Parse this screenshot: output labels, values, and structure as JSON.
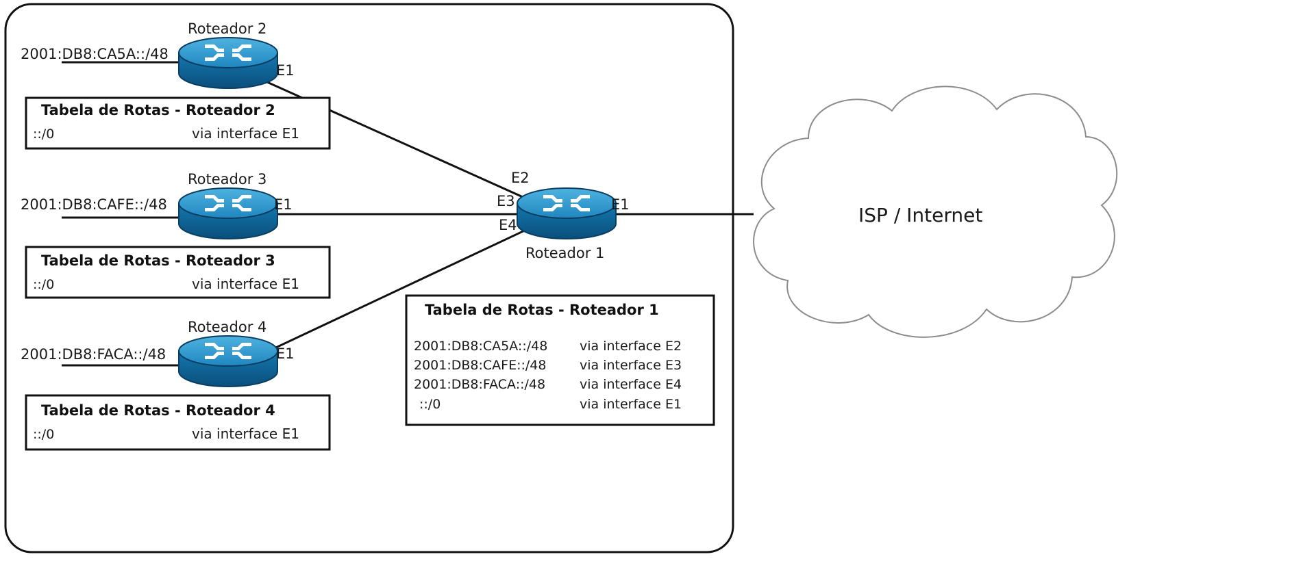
{
  "routers": {
    "r1": {
      "name": "Roteador 1",
      "interfaces": {
        "e1": "E1",
        "e2": "E2",
        "e3": "E3",
        "e4": "E4"
      }
    },
    "r2": {
      "name": "Roteador 2",
      "network": "2001:DB8:CA5A::/48",
      "interface": "E1"
    },
    "r3": {
      "name": "Roteador 3",
      "network": "2001:DB8:CAFE::/48",
      "interface": "E1"
    },
    "r4": {
      "name": "Roteador 4",
      "network": "2001:DB8:FACA::/48",
      "interface": "E1"
    }
  },
  "tables": {
    "r2": {
      "title": "Tabela de Rotas - Roteador 2",
      "rows": [
        {
          "dest": "::/0",
          "via": "via interface E1"
        }
      ]
    },
    "r3": {
      "title": "Tabela de Rotas - Roteador 3",
      "rows": [
        {
          "dest": "::/0",
          "via": "via interface E1"
        }
      ]
    },
    "r4": {
      "title": "Tabela de Rotas - Roteador 4",
      "rows": [
        {
          "dest": "::/0",
          "via": "via interface E1"
        }
      ]
    },
    "r1": {
      "title": "Tabela de Rotas - Roteador 1",
      "rows": [
        {
          "dest": "2001:DB8:CA5A::/48",
          "via": "via interface E2"
        },
        {
          "dest": "2001:DB8:CAFE::/48",
          "via": "via interface E3"
        },
        {
          "dest": "2001:DB8:FACA::/48",
          "via": "via interface E4"
        },
        {
          "dest": "::/0",
          "via": "via interface E1"
        }
      ]
    }
  },
  "cloud": {
    "label": "ISP / Internet"
  }
}
